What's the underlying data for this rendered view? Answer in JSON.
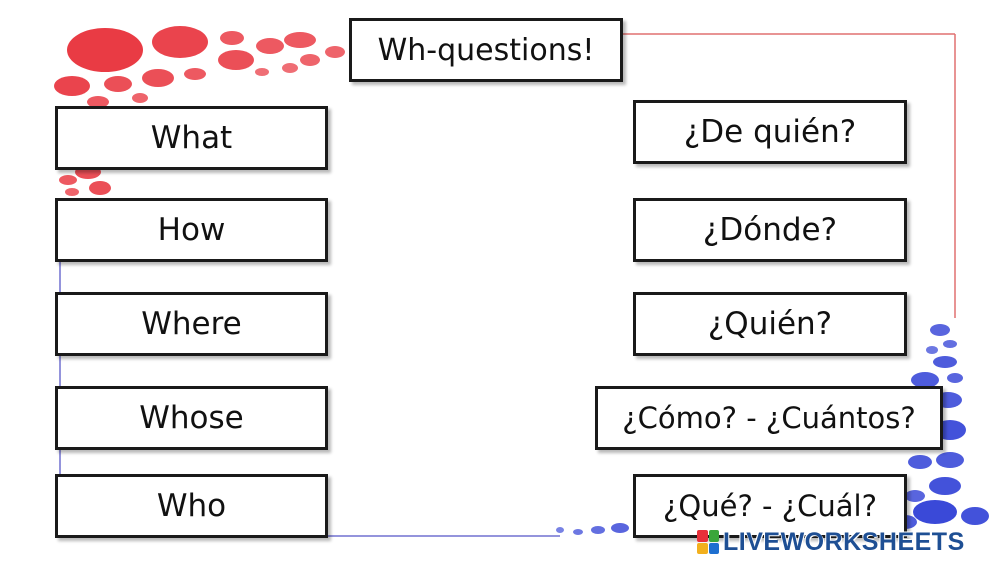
{
  "title": "Wh-questions!",
  "english_words": [
    "What",
    "How",
    "Where",
    "Whose",
    "Who"
  ],
  "spanish_words": [
    "¿De quién?",
    "¿Dónde?",
    "¿Quién?",
    "¿Cómo? - ¿Cuántos?",
    "¿Qué? - ¿Cuál?"
  ],
  "branding": {
    "text": "LIVEWORKSHEETS",
    "icon": "liveworksheets-logo-icon"
  },
  "colors": {
    "red_accent": "#e8303a",
    "blue_accent": "#2f3fd6",
    "brand_blue": "#1e4f94",
    "box_border": "#1a1a1a"
  }
}
